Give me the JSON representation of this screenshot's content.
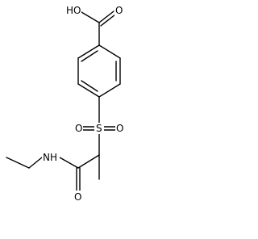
{
  "structure": {
    "atoms": {
      "acid_hydroxyl": "HO",
      "acid_carbonyl_oxygen": "O",
      "sulfur": "S",
      "sulfonyl_oxygen_left": "O",
      "sulfonyl_oxygen_right": "O",
      "amide_nitrogen": "NH",
      "amide_carbonyl_oxygen": "O"
    }
  }
}
